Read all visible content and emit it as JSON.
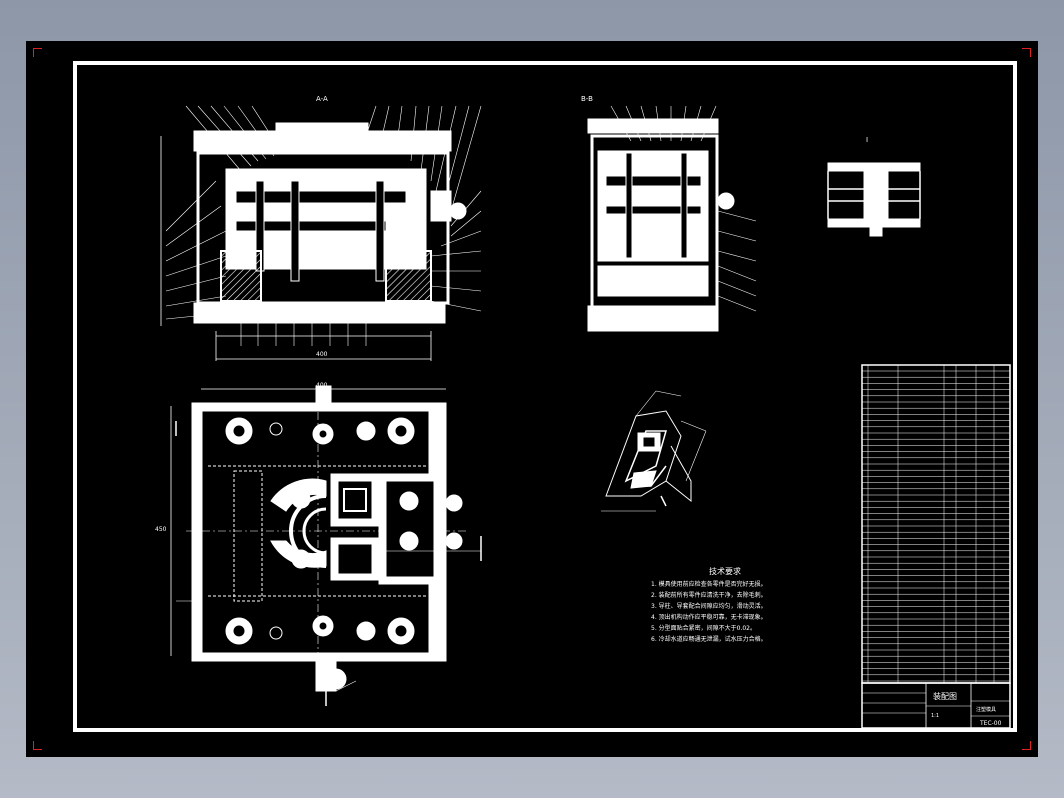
{
  "sheet": {
    "section_labels": [
      "A-A",
      "B-B",
      "I"
    ],
    "dimension_labels": {
      "front_width": "400",
      "plan_width": "400",
      "plan_height": "450"
    },
    "view_label_I": "I"
  },
  "notes": {
    "title": "技术要求",
    "lines": [
      "1. 模具使用前应检查各零件是否完好无损。",
      "2. 装配前所有零件应清洗干净，去除毛刺。",
      "3. 导柱、导套配合间隙应均匀，滑动灵活。",
      "4. 顶出机构动作应平稳可靠，无卡滞现象。",
      "5. 分型面贴合紧密，间隙不大于0.02。",
      "6. 冷却水道应畅通无泄漏，试水压力合格。"
    ]
  },
  "title_block": {
    "drawing_name": "装配图",
    "company": "注塑模具",
    "code": "TEC-00",
    "scale": "1:1"
  },
  "colors": {
    "paper": "#000000",
    "line": "#ffffff",
    "frame": "#ffffff",
    "corner_mark": "#d22"
  }
}
